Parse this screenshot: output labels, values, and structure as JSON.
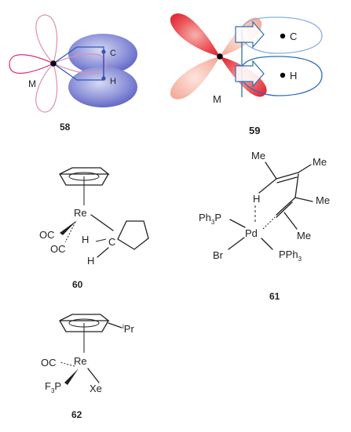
{
  "diagram": {
    "orbital_58": {
      "compound_number": "58",
      "metal_label": "M",
      "c_label": "C",
      "h_label": "H",
      "colors": {
        "metal_orbital_outline": "#d6307a",
        "cH_bonding_orbital": "#5d63c4",
        "cH_orbital_outline": "#2e59b8"
      }
    },
    "orbital_59": {
      "compound_number": "59",
      "metal_label": "M",
      "c_label": "C",
      "h_label": "H",
      "colors": {
        "lobe_dark": "#e8343e",
        "lobe_light": "#f6b3a6",
        "antibonding_outline": "#2f6db3"
      }
    },
    "compound_60": {
      "compound_number": "60",
      "metal": "Re",
      "ligand_co_1": "OC",
      "ligand_co_2": "OC",
      "agostic_h": "H",
      "carbon": "C",
      "carbon_h": "H"
    },
    "compound_61": {
      "compound_number": "61",
      "metal": "Pd",
      "phosphine_1": {
        "main": "Ph",
        "sub": "3",
        "tail": "P"
      },
      "phosphine_2": {
        "main": "PPh",
        "sub": "3"
      },
      "halide": "Br",
      "agostic_h": "H",
      "methyl_1": "Me",
      "methyl_2": "Me",
      "methyl_3": "Me",
      "methyl_4": "Me"
    },
    "compound_62": {
      "compound_number": "62",
      "metal": "Re",
      "ligand_co": "OC",
      "ligand_pf3": {
        "main": "F",
        "sub": "3",
        "tail": "P"
      },
      "ligand_xe": "Xe",
      "isopropyl": {
        "sup": "i",
        "main": "Pr"
      }
    }
  }
}
